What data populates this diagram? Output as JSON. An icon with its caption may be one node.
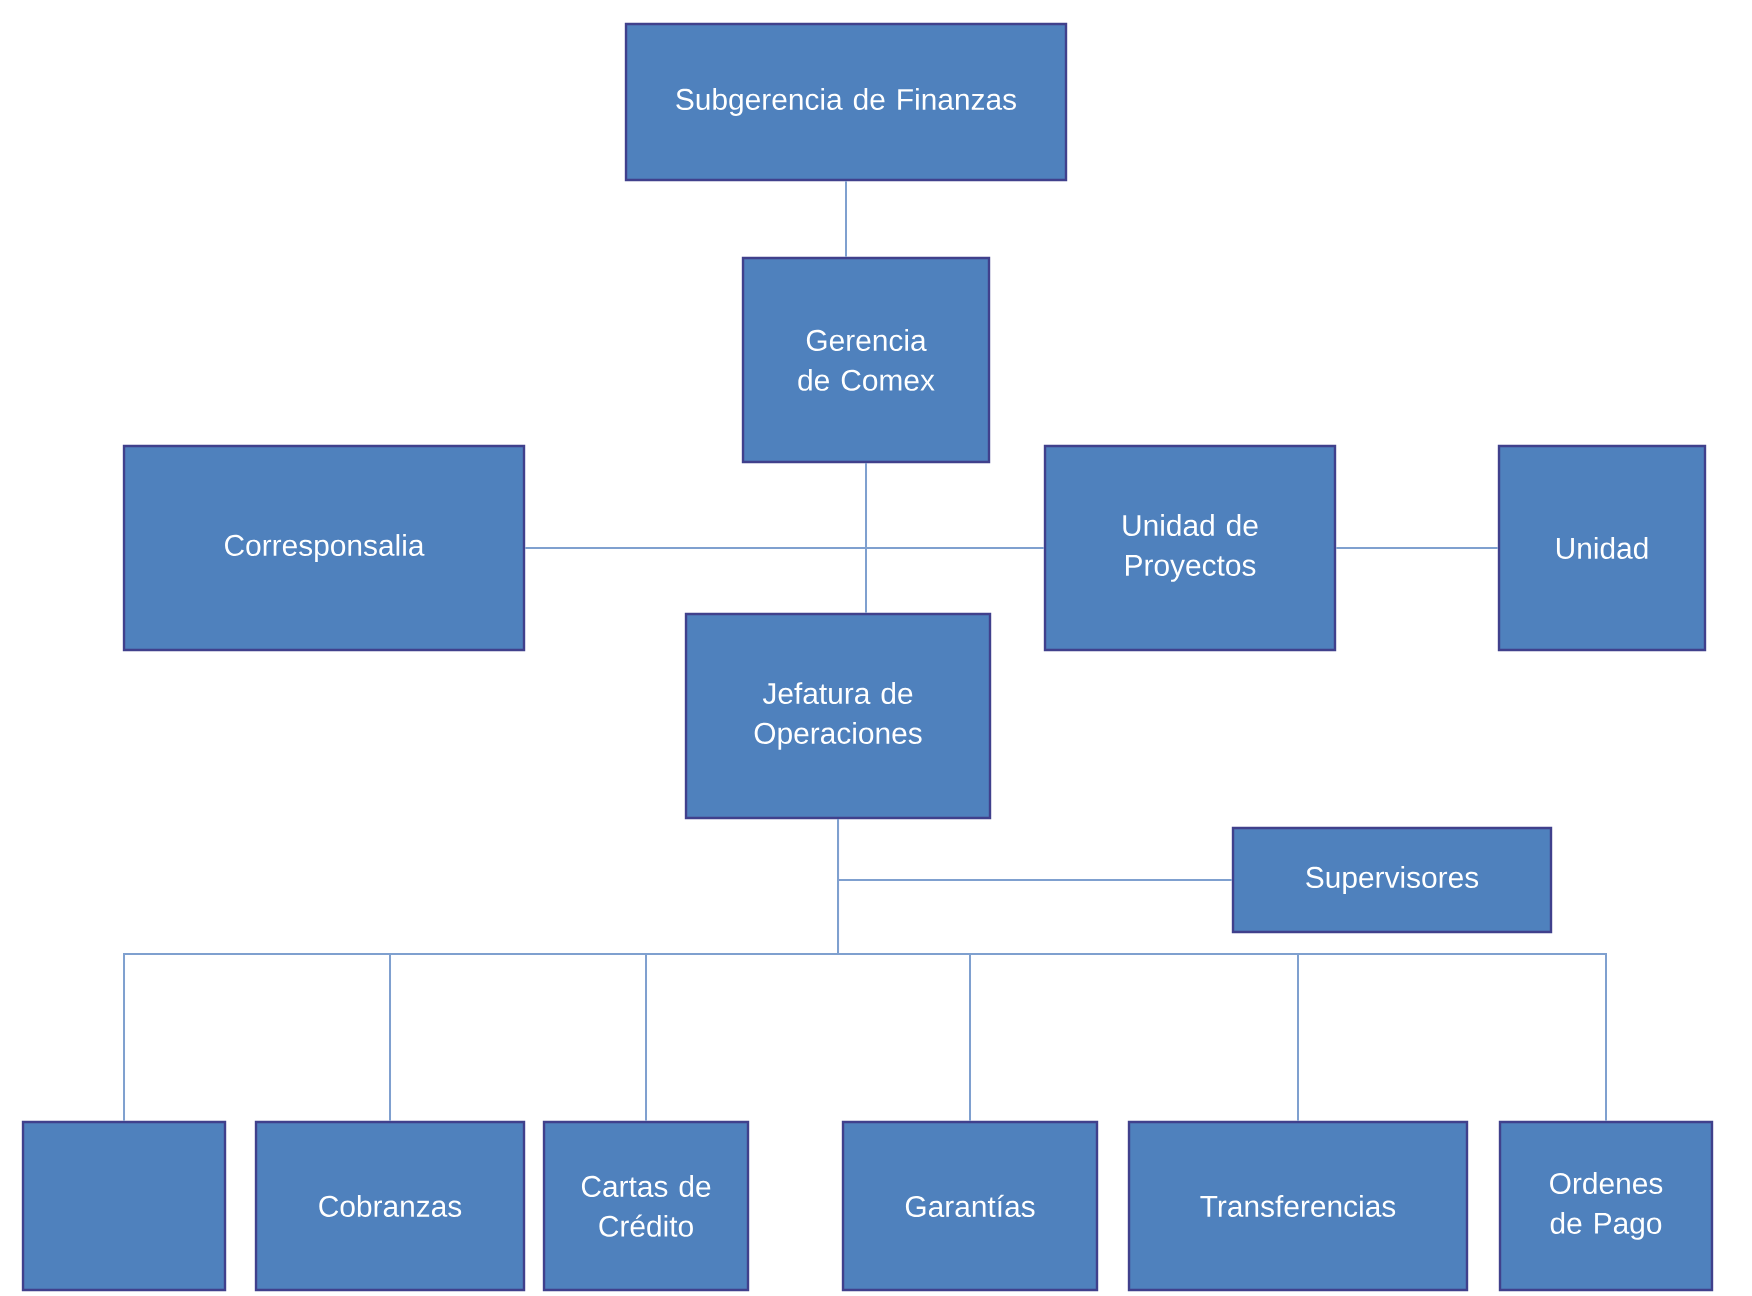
{
  "diagram": {
    "nodes": [
      {
        "text": [
          "Subgerencia de Finanzas"
        ]
      },
      {
        "text": [
          "Gerencia de Comex"
        ]
      },
      {
        "text": [
          "Corresponsalia"
        ]
      },
      {
        "text": [
          "Unidad de Proyectos"
        ]
      },
      {
        "text": [
          "Unidad"
        ]
      },
      {
        "text": [
          "Jefatura de Operaciones"
        ]
      },
      {
        "text": [
          "Supervisores"
        ]
      },
      {
        "text": [],
        "shape": "box"
      },
      {
        "text": [
          "Cobranzas"
        ]
      },
      {
        "text": [
          "Cartas de Crédito"
        ]
      },
      {
        "text": [
          "Garantías"
        ]
      },
      {
        "text": [
          "Transferencias"
        ]
      },
      {
        "text": [
          "Ordenes de Pago"
        ]
      }
    ],
    "edges": [
      {
        "from": 0,
        "to": 1,
        "arrow": "none"
      },
      {
        "from": 1,
        "to": 2,
        "arrow": "none"
      },
      {
        "from": 1,
        "to": 3,
        "arrow": "none"
      },
      {
        "from": 3,
        "to": 4,
        "arrow": "none"
      },
      {
        "from": 1,
        "to": 5,
        "arrow": "none"
      },
      {
        "from": 5,
        "to": 6,
        "arrow": "none"
      },
      {
        "from": 5,
        "to": 7,
        "arrow": "none"
      },
      {
        "from": 5,
        "to": 8,
        "arrow": "none"
      },
      {
        "from": 5,
        "to": 9,
        "arrow": "none"
      },
      {
        "from": 5,
        "to": 10,
        "arrow": "none"
      },
      {
        "from": 5,
        "to": 11,
        "arrow": "none"
      },
      {
        "from": 5,
        "to": 12,
        "arrow": "none"
      }
    ]
  }
}
